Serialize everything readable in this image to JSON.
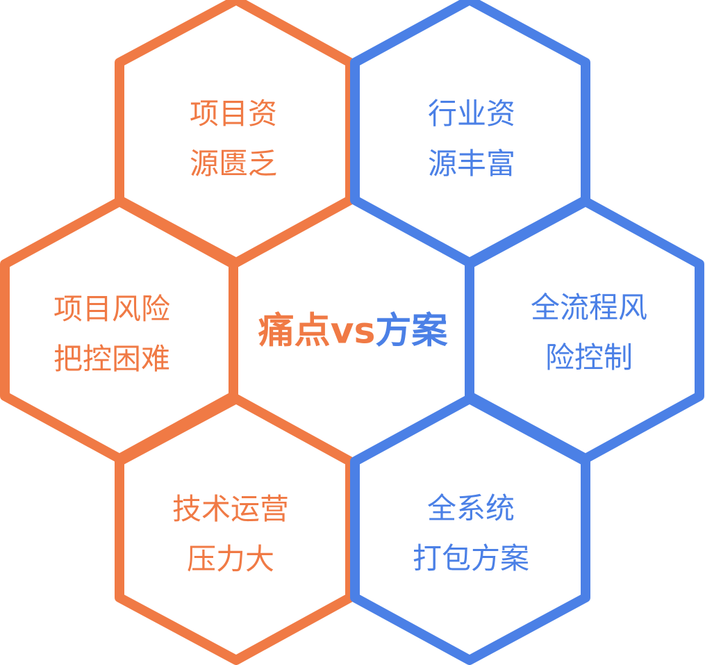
{
  "colors": {
    "pain": "#F07A45",
    "solution": "#4B80E6"
  },
  "center": {
    "pain_text": "痛点vs",
    "solution_text": "方案"
  },
  "pain_points": [
    {
      "line1": "项目资",
      "line2": "源匮乏"
    },
    {
      "line1": "项目风险",
      "line2": "把控困难"
    },
    {
      "line1": "技术运营",
      "line2": "压力大"
    }
  ],
  "solutions": [
    {
      "line1": "行业资",
      "line2": "源丰富"
    },
    {
      "line1": "全流程风",
      "line2": "险控制"
    },
    {
      "line1": "全系统",
      "line2": "打包方案"
    }
  ]
}
